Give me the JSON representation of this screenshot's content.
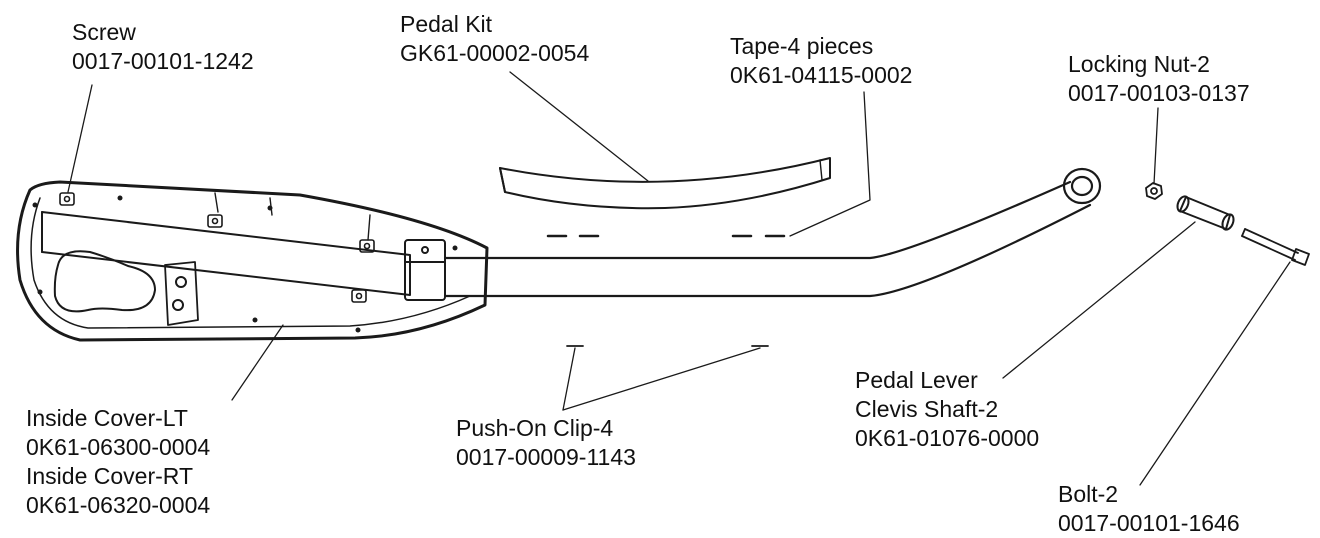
{
  "labels": {
    "screw": {
      "name": "Screw",
      "part": "0017-00101-1242"
    },
    "pedal_kit": {
      "name": "Pedal Kit",
      "part": "GK61-00002-0054"
    },
    "tape": {
      "name": "Tape-4 pieces",
      "part": "0K61-04115-0002"
    },
    "locking_nut": {
      "name": "Locking Nut-2",
      "part": "0017-00103-0137"
    },
    "inside_cover": {
      "name_lt": "Inside Cover-LT",
      "part_lt": "0K61-06300-0004",
      "name_rt": "Inside Cover-RT",
      "part_rt": "0K61-06320-0004"
    },
    "push_on_clip": {
      "name": "Push-On Clip-4",
      "part": "0017-00009-1143"
    },
    "clevis_shaft": {
      "name_line1": "Pedal Lever",
      "name_line2": "Clevis Shaft-2",
      "part": "0K61-01076-0000"
    },
    "bolt": {
      "name": "Bolt-2",
      "part": "0017-00101-1646"
    }
  },
  "colors": {
    "line": "#1a1a1a",
    "text": "#111111"
  }
}
